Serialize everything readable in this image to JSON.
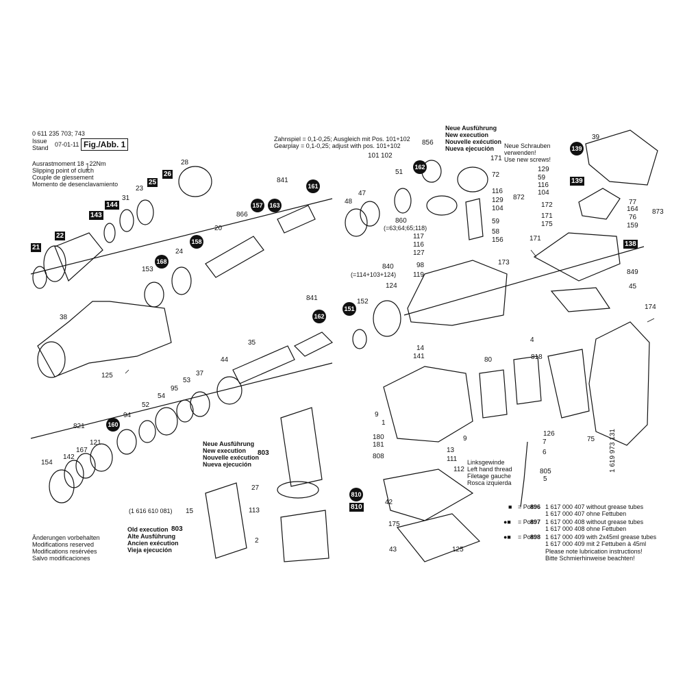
{
  "header": {
    "doc_number": "0 611 235 703; 743",
    "issue_label": "Issue",
    "stand_label": "Stand",
    "date": "07-01-11",
    "fig_label": "Fig./Abb. 1"
  },
  "clutch_note": [
    "Ausrastmoment 18 - 22Nm",
    "Slipping point of clutch",
    "Couple de glessement",
    "Momento de desenclavamiento"
  ],
  "gearplay_note": [
    "Zahnspiel = 0,1-0,25; Ausgleich mit Pos. 101+102",
    "Gearplay = 0,1-0,25; adjust with pos. 101+102"
  ],
  "new_exec_top": [
    "Neue Ausführung",
    "New execution",
    "Nouvelle exécution",
    "Nueva ejecución"
  ],
  "new_screws": [
    "Neue Schrauben",
    "verwenden!",
    "Use new screws!"
  ],
  "new_exec_mid": [
    "Neue Ausführung",
    "New execution",
    "Nouvelle exécution",
    "Nueva ejecución"
  ],
  "old_exec": [
    "Old execution",
    "Alte Ausführung",
    "Ancien exécution",
    "Vieja ejecución"
  ],
  "old_exec_number": "803",
  "armature_ref": "(1 616 610 081)",
  "left_thread": [
    "Linksgewinde",
    "Left hand thread",
    "Filetage gauche",
    "Rosca izquierda"
  ],
  "subset_notes": [
    "(=63;64;65;118)",
    "(=114+103+124)"
  ],
  "changes_note": [
    "Änderungen vorbehalten",
    "Modifications reserved",
    "Modifications resérvées",
    "Salvo modificaciones"
  ],
  "vertical_number": "1 619 973 131",
  "legend": {
    "rows": [
      {
        "symbol": "■",
        "label": "= Pos.",
        "pos": "896",
        "lines": [
          "1 617 000 407 without grease tubes",
          "1 617 000 407 ohne Fettuben"
        ]
      },
      {
        "symbol": "●■",
        "label": "= Pos.",
        "pos": "897",
        "lines": [
          "1 617 000 408 without grease tubes",
          "1 617 000 408 ohne Fettuben"
        ]
      },
      {
        "symbol": "●■",
        "label": "= Pos.",
        "pos": "898",
        "lines": [
          "1 617 000 409 with 2x45ml grease tubes",
          "1 617 000 409 mit 2 Fettuben à 45ml"
        ]
      }
    ],
    "footer": [
      "Please note lubrication instructions!",
      "Bitte Schmierhinweise beachten!"
    ]
  },
  "squares": [
    "21",
    "22",
    "143",
    "144",
    "25",
    "26",
    "139",
    "138",
    "810"
  ],
  "circles": [
    "157",
    "163",
    "161",
    "158",
    "168",
    "162",
    "151",
    "160",
    "162",
    "139",
    "810"
  ],
  "labels": {
    "l28": "28",
    "l23": "23",
    "l31": "31",
    "l841a": "841",
    "l866": "866",
    "l20": "20",
    "l24": "24",
    "l153": "153",
    "l38": "38",
    "l125a": "125",
    "l35": "35",
    "l44": "44",
    "l841b": "841",
    "l37": "37",
    "l53": "53",
    "l95": "95",
    "l54": "54",
    "l52": "52",
    "l94": "94",
    "l821": "821",
    "l167": "167",
    "l121": "121",
    "l142": "142",
    "l154": "154",
    "l101": "101",
    "l102": "102",
    "l51": "51",
    "l47": "47",
    "l48": "48",
    "l856": "856",
    "l171a": "171",
    "l72": "72",
    "l860": "860",
    "l117": "117",
    "l116a": "116",
    "l127": "127",
    "l840": "840",
    "l98": "98",
    "l119": "119",
    "l124": "124",
    "l152": "152",
    "l129a": "129",
    "l59a": "59",
    "l116b": "116",
    "l104a": "104",
    "l116c": "116",
    "l129b": "129",
    "l104b": "104",
    "l872": "872",
    "l59b": "59",
    "l58": "58",
    "l156": "156",
    "l173": "173",
    "l14": "14",
    "l141": "141",
    "l39": "39",
    "l172": "172",
    "l171b": "171",
    "l175a": "175",
    "l77": "77",
    "l164": "164",
    "l76": "76",
    "l159": "159",
    "l873": "873",
    "l171c": "171",
    "l849": "849",
    "l45": "45",
    "l174": "174",
    "l4": "4",
    "l818": "818",
    "l80": "80",
    "l126": "126",
    "l7": "7",
    "l6": "6",
    "l805": "805",
    "l5": "5",
    "l75": "75",
    "l9a": "9",
    "l1": "1",
    "l180": "180",
    "l181": "181",
    "l9b": "9",
    "l808": "808",
    "l13": "13",
    "l111": "111",
    "l112": "112",
    "l42": "42",
    "l175b": "175",
    "l43": "43",
    "l125b": "125",
    "l803": "803",
    "l27": "27",
    "l113": "113",
    "l15": "15",
    "l2": "2"
  }
}
